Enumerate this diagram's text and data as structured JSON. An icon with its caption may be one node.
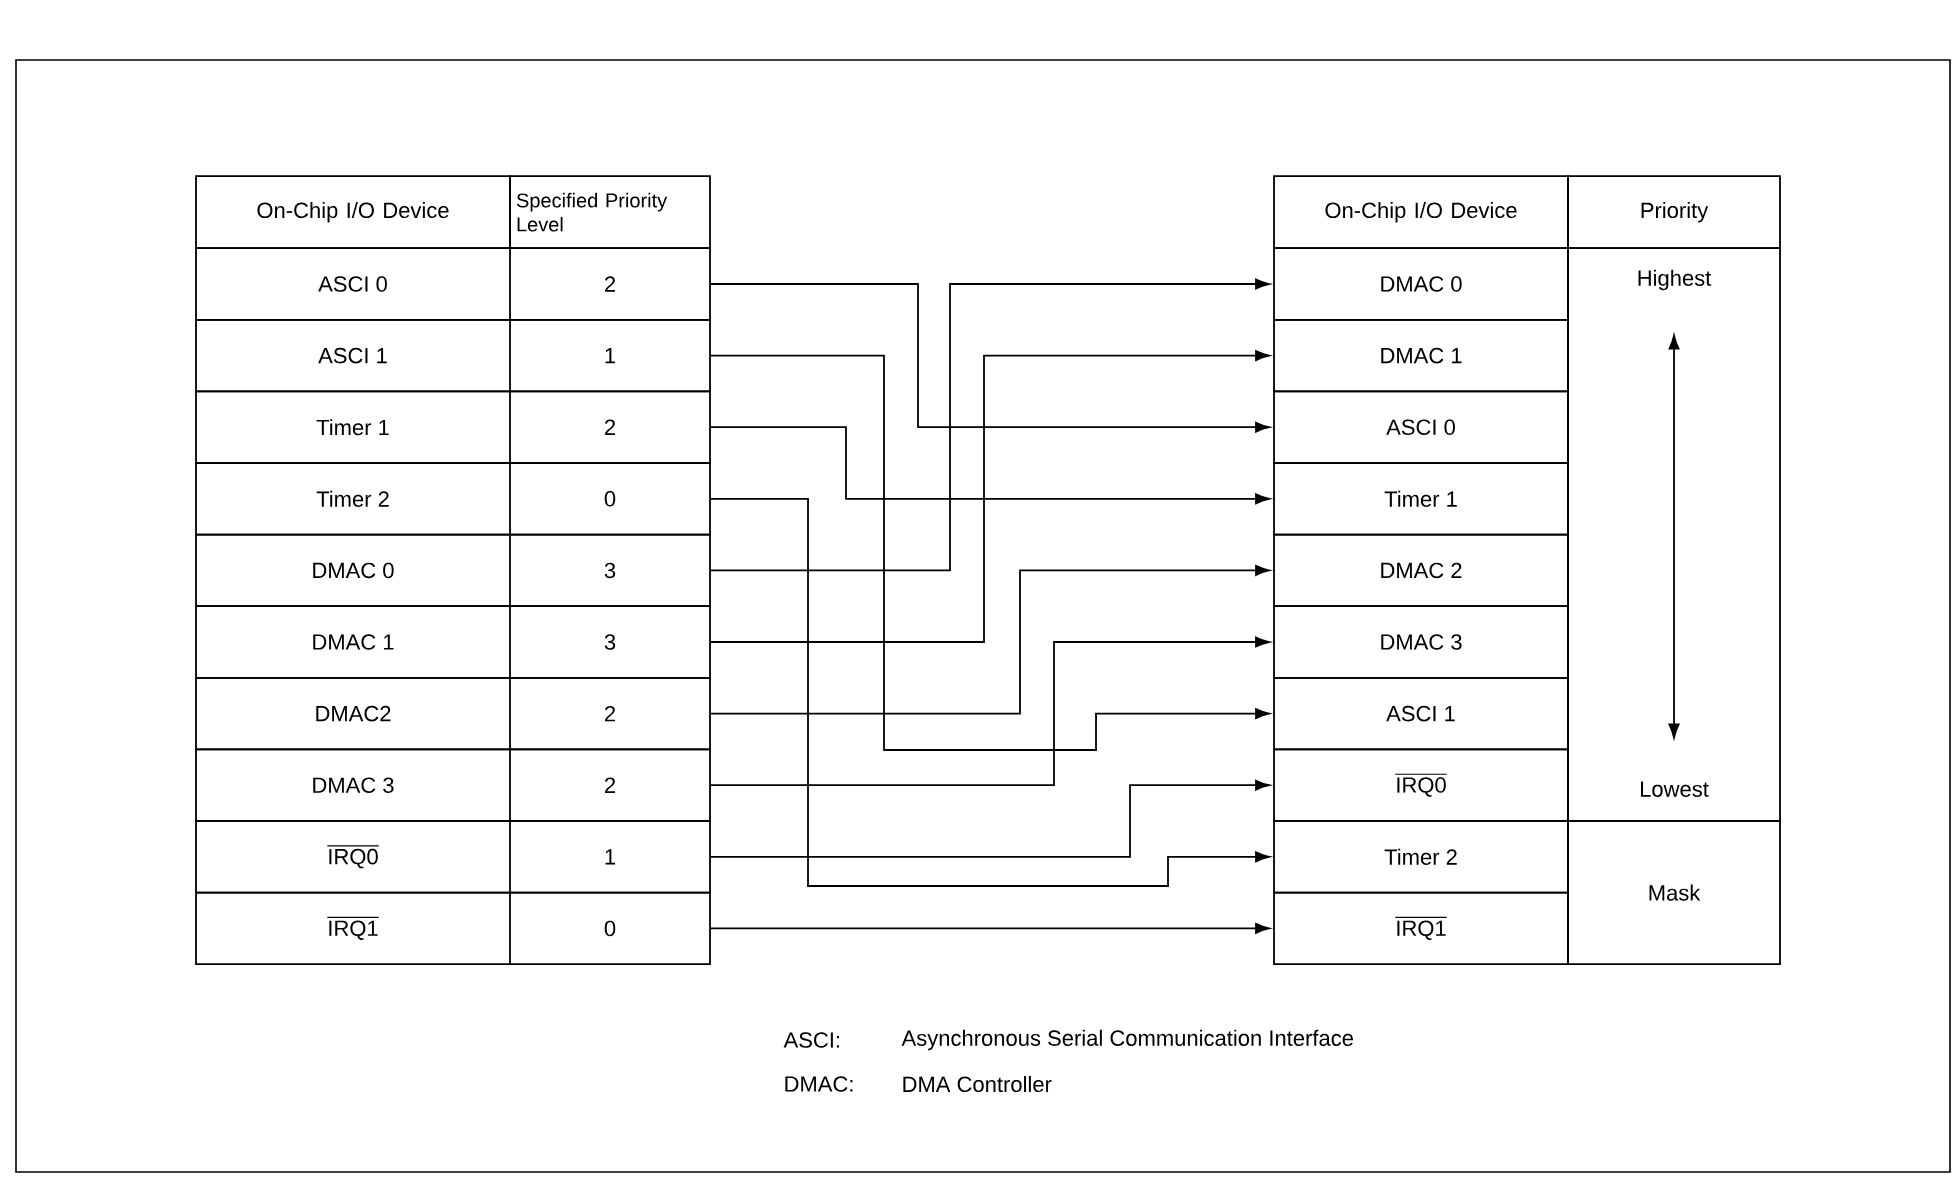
{
  "diagram": {
    "nodes": [
      {
        "text": [
          "ASCI 0",
          "2"
        ]
      },
      {
        "text": [
          "ASCI 1",
          "1"
        ]
      },
      {
        "text": [
          "Timer 1",
          "2"
        ]
      },
      {
        "text": [
          "Timer 2",
          "0"
        ]
      },
      {
        "text": [
          "DMAC 0",
          "3"
        ]
      },
      {
        "text": [
          "DMAC 1",
          "3"
        ]
      },
      {
        "text": [
          "DMAC2",
          "2"
        ]
      },
      {
        "text": [
          "DMAC 3",
          "2"
        ]
      },
      {
        "text": [
          "IRQ0",
          "1"
        ]
      },
      {
        "text": [
          "IRQ1",
          "0"
        ]
      },
      {
        "text": [
          "DMAC 0"
        ]
      },
      {
        "text": [
          "DMAC 1"
        ]
      },
      {
        "text": [
          "ASCI 0"
        ]
      },
      {
        "text": [
          "Timer 1"
        ]
      },
      {
        "text": [
          "DMAC 2"
        ]
      },
      {
        "text": [
          "DMAC 3"
        ]
      },
      {
        "text": [
          "ASCI 1"
        ]
      },
      {
        "text": [
          "IRQ0"
        ]
      },
      {
        "text": [
          "Timer 2"
        ]
      },
      {
        "text": [
          "IRQ1"
        ]
      }
    ],
    "edges": [
      {
        "from": 0,
        "to": 12,
        "arrow": "to"
      },
      {
        "from": 1,
        "to": 16,
        "arrow": "to"
      },
      {
        "from": 2,
        "to": 13,
        "arrow": "to"
      },
      {
        "from": 3,
        "to": 18,
        "arrow": "to"
      },
      {
        "from": 4,
        "to": 10,
        "arrow": "to"
      },
      {
        "from": 5,
        "to": 11,
        "arrow": "to"
      },
      {
        "from": 6,
        "to": 14,
        "arrow": "to"
      },
      {
        "from": 7,
        "to": 15,
        "arrow": "to"
      },
      {
        "from": 8,
        "to": 17,
        "arrow": "to"
      },
      {
        "from": 9,
        "to": 19,
        "arrow": "to"
      }
    ],
    "labels": [
      "On-Chip I/O Device",
      "Specified Priority Level",
      "On-Chip I/O Device",
      "Priority",
      "Highest",
      "Lowest",
      "Mask",
      "ASCI:",
      "Asynchronous Serial Communication Interface",
      "DMAC:",
      "DMA Controller"
    ]
  }
}
